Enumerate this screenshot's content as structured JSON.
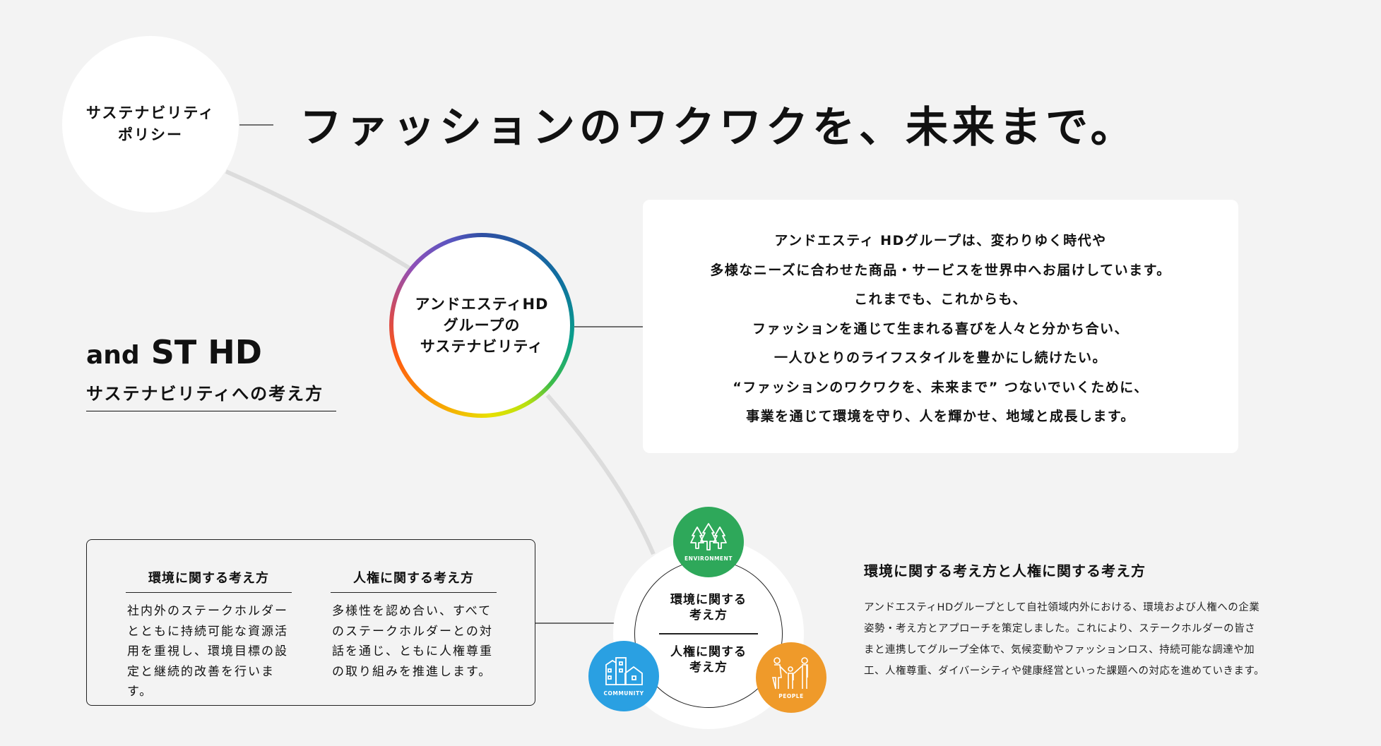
{
  "policy_circle": {
    "line1": "サステナビリティ",
    "line2": "ポリシー"
  },
  "headline": "ファッションのワクワクを、未来まで。",
  "center_circle": {
    "line1": "アンドエスティHD",
    "line2": "グループの",
    "line3": "サステナビリティ"
  },
  "logo": {
    "and": "and",
    "sthd": "ST HD",
    "subtitle": "サステナビリティへの考え方"
  },
  "message": [
    "アンドエスティ HDグループは、変わりゆく時代や",
    "多様なニーズに合わせた商品・サービスを世界中へお届けしています。",
    "これまでも、これからも、",
    "ファッションを通じて生まれる喜びを人々と分かち合い、",
    "一人ひとりのライフスタイルを豊かにし続けたい。",
    "“ファッションのワクワクを、未来まで” つないでいくために、",
    "事業を通じて環境を守り、人を輝かせ、地域と成長します。"
  ],
  "left_box": {
    "columns": [
      {
        "title": "環境に関する考え方",
        "lines": [
          "社内外のステークホルダー",
          "とともに持続可能な資源活",
          "用を重視し、環境目標の設",
          "定と継続的改善を行います。"
        ]
      },
      {
        "title": "人権に関する考え方",
        "lines": [
          "多様性を認め合い、すべて",
          "のステークホルダーとの対",
          "話を通じ、ともに人権尊重",
          "の取り組みを推進します。"
        ]
      }
    ]
  },
  "diagram": {
    "env_l1": "環境に関する",
    "env_l2": "考え方",
    "hr_l1": "人権に関する",
    "hr_l2": "考え方",
    "badges": {
      "environment": "ENVIRONMENT",
      "community": "COMMUNITY",
      "people": "PEOPLE"
    },
    "colors": {
      "environment": "#2ea85a",
      "community": "#2aa0e2",
      "people": "#ef9a2a"
    }
  },
  "right_section": {
    "title": "環境に関する考え方と人権に関する考え方",
    "lines": [
      "アンドエスティHDグループとして自社領域内外における、環境および人権への企業",
      "姿勢・考え方とアプローチを策定しました。これにより、ステークホルダーの皆さ",
      "まと連携してグループ全体で、気候変動やファッションロス、持続可能な調達や加",
      "工、人権尊重、ダイバーシティや健康経営といった課題への対応を進めていきます。"
    ]
  }
}
